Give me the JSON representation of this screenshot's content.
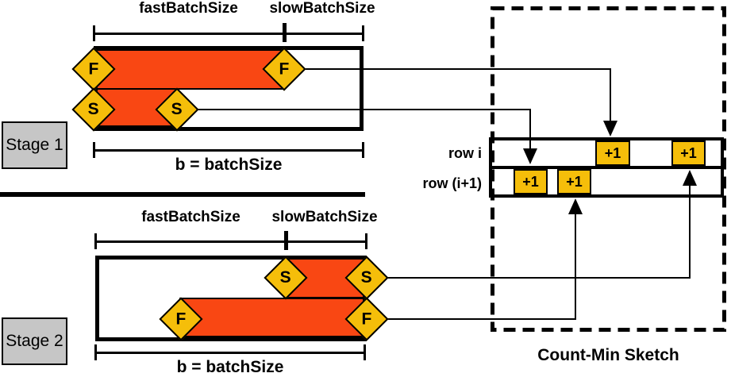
{
  "stage1": {
    "name": "Stage 1",
    "fast_label": "fastBatchSize",
    "slow_label": "slowBatchSize",
    "batch_label": "b = batchSize",
    "fast_marker": "F",
    "slow_marker": "S"
  },
  "stage2": {
    "name": "Stage 2",
    "fast_label": "fastBatchSize",
    "slow_label": "slowBatchSize",
    "batch_label": "b = batchSize",
    "fast_marker": "F",
    "slow_marker": "S"
  },
  "sketch": {
    "title": "Count-Min Sketch",
    "row1_label": "row i",
    "row2_label": "row (i+1)",
    "row1_cells": [
      "+1",
      "+1"
    ],
    "row2_cells": [
      "+1",
      "+1"
    ]
  },
  "colors": {
    "bar_orange": "#F94713",
    "marker_yellow": "#F5BE0A",
    "stage_gray": "#C6C6C6",
    "line_black": "#000000"
  }
}
